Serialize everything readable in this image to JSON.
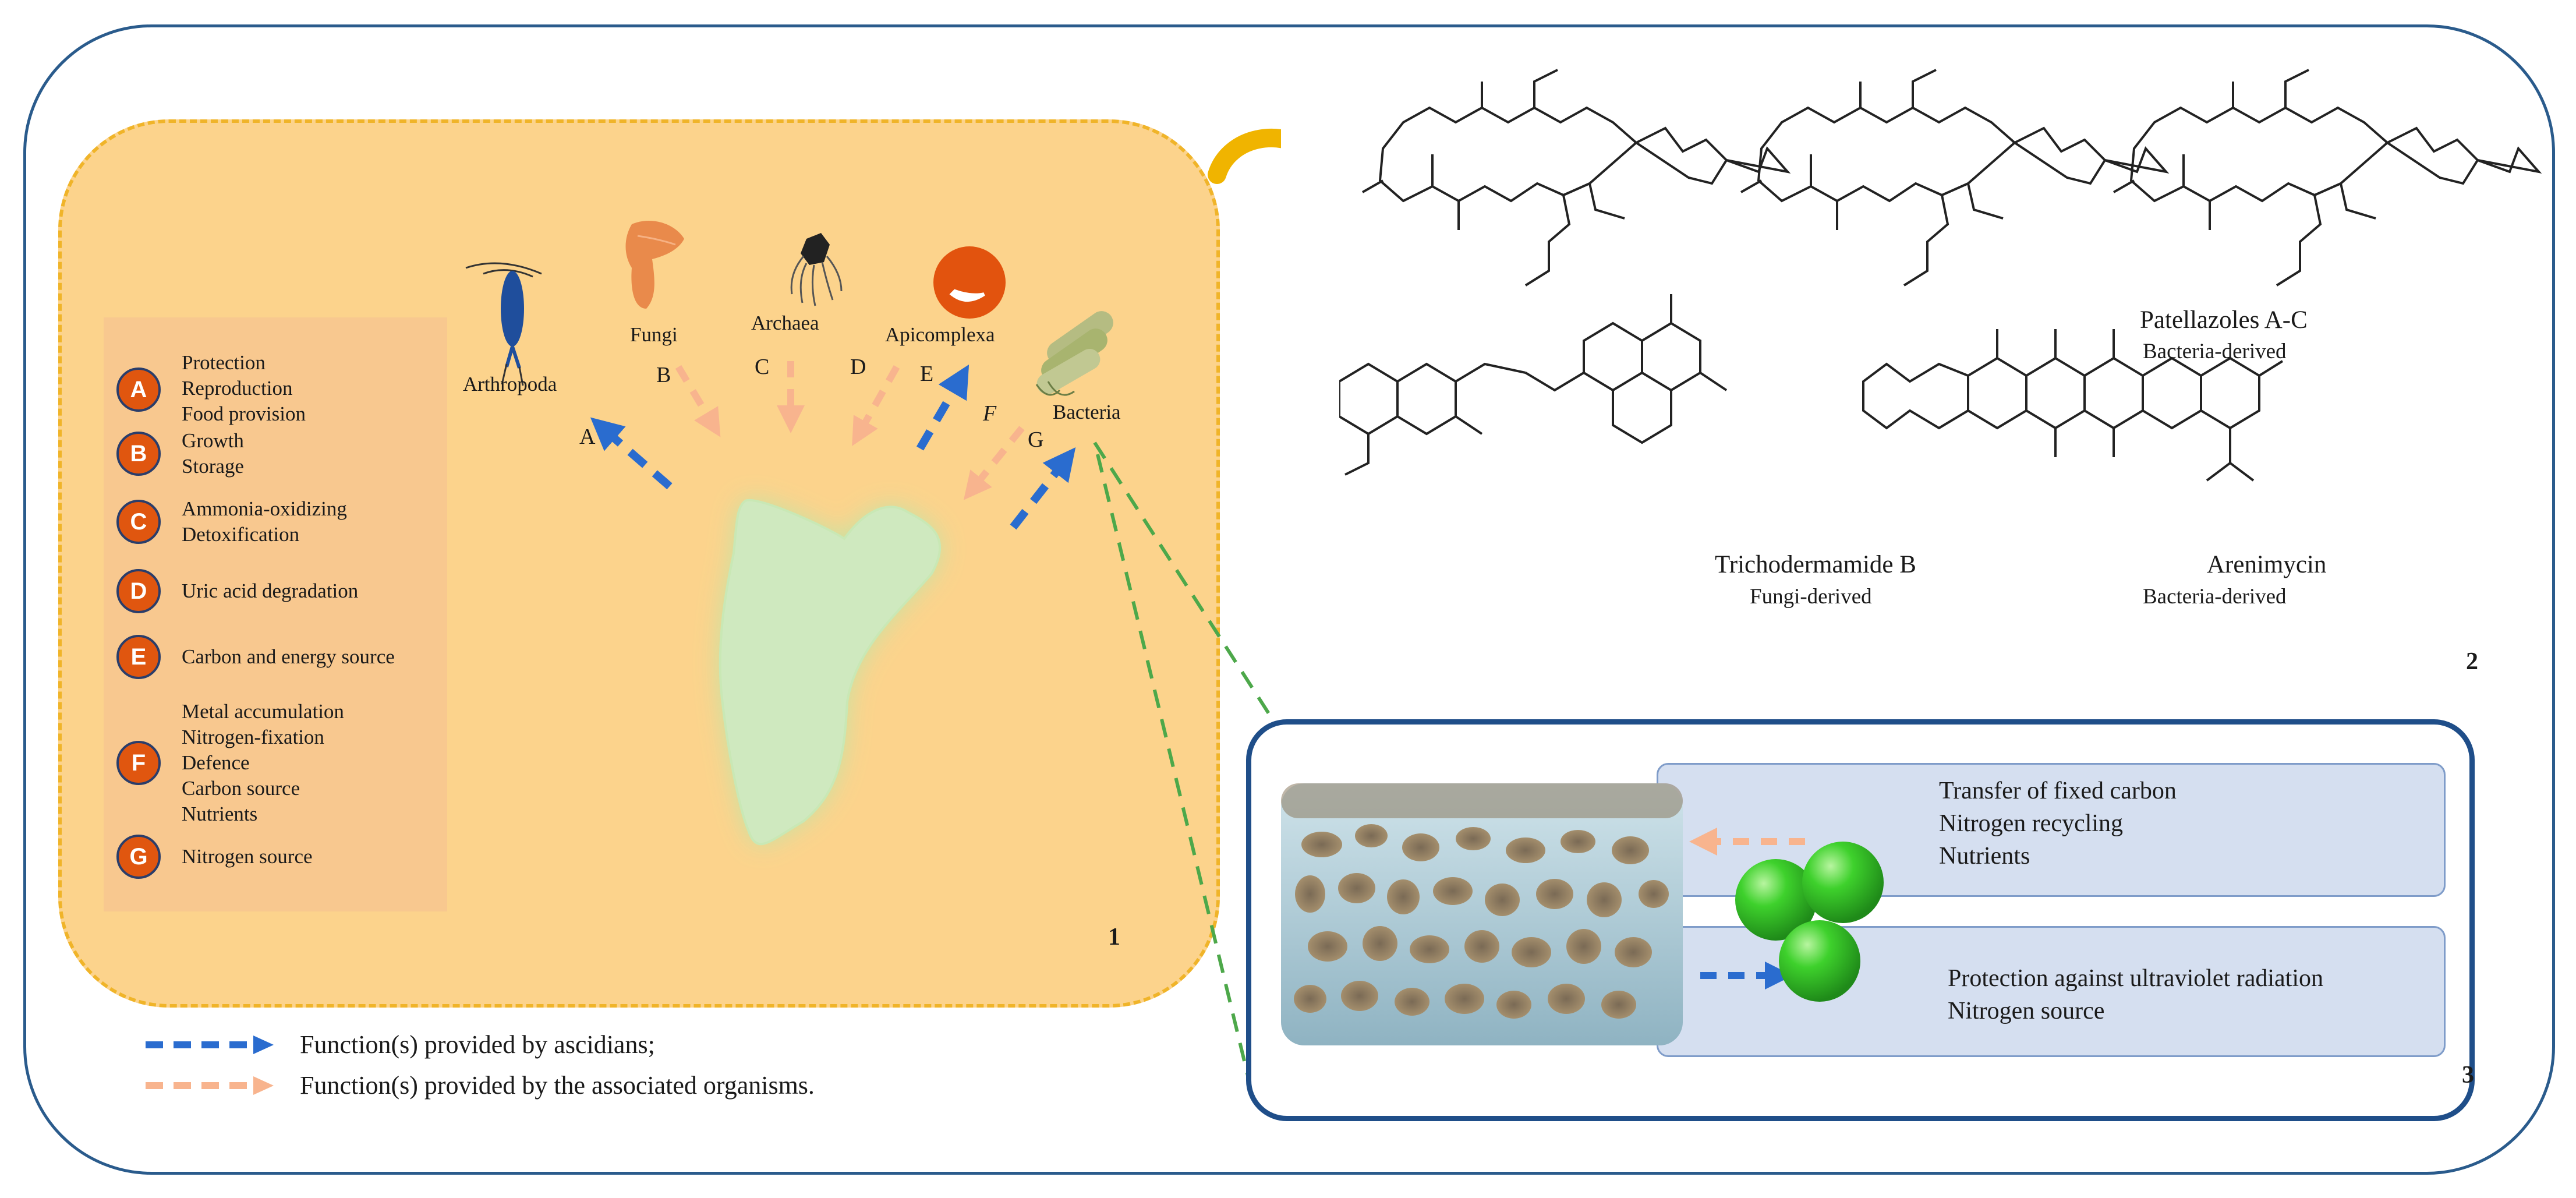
{
  "panel1": {
    "number": "1",
    "legend": [
      {
        "letter": "A",
        "lines": [
          "Protection",
          "Reproduction",
          "Food provision"
        ]
      },
      {
        "letter": "B",
        "lines": [
          "Growth",
          "Storage"
        ]
      },
      {
        "letter": "C",
        "lines": [
          "Ammonia-oxidizing",
          "Detoxification"
        ]
      },
      {
        "letter": "D",
        "lines": [
          "Uric acid degradation"
        ]
      },
      {
        "letter": "E",
        "lines": [
          "Carbon and energy source"
        ]
      },
      {
        "letter": "F",
        "lines": [
          "Metal accumulation",
          "Nitrogen-fixation",
          "Defence",
          "Carbon source",
          "Nutrients"
        ]
      },
      {
        "letter": "G",
        "lines": [
          "Nitrogen source"
        ]
      }
    ],
    "organisms": {
      "arthropoda": "Arthropoda",
      "fungi": "Fungi",
      "archaea": "Archaea",
      "apicomplexa": "Apicomplexa",
      "bacteria": "Bacteria"
    },
    "arrow_letters": {
      "A": "A",
      "B": "B",
      "C": "C",
      "D": "D",
      "E": "E",
      "F": "F",
      "G": "G"
    }
  },
  "panel2": {
    "number": "2",
    "compounds": [
      {
        "name": "Patellazoles A-C",
        "origin": "Bacteria-derived"
      },
      {
        "name": "Trichodermamide B",
        "origin": "Fungi-derived"
      },
      {
        "name": "Arenimycin",
        "origin": "Bacteria-derived"
      }
    ]
  },
  "panel3": {
    "number": "3",
    "top_box": [
      "Transfer of fixed carbon",
      "Nitrogen recycling",
      "Nutrients"
    ],
    "bottom_box": [
      "Protection against ultraviolet radiation",
      "Nitrogen source"
    ]
  },
  "legend": {
    "blue": "Function(s) provided by ascidians;",
    "orange": "Function(s) provided by the associated organisms."
  },
  "colors": {
    "blue_arrow": "#2a6ccf",
    "orange_arrow": "#f8b48e",
    "green_dash": "#4da84a",
    "panel1_fill": "#fcd38c",
    "frame": "#2a5b8c",
    "legend_circle": "#e0560f"
  }
}
